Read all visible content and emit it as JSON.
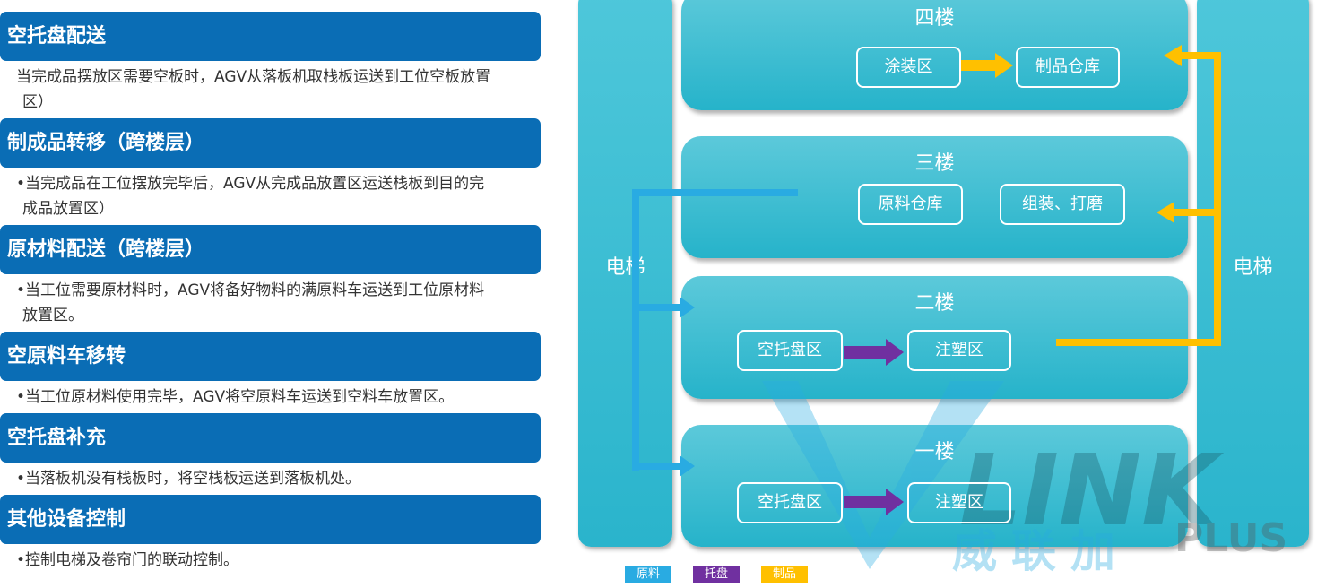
{
  "sections": [
    {
      "title": "空托盘配送",
      "desc": [
        "当完成品摆放区需要空板时，AGV从落板机取栈板运送到工位空板放置",
        "区）"
      ]
    },
    {
      "title": "制成品转移（跨楼层）",
      "desc": [
        "•当完成品在工位摆放完毕后，AGV从完成品放置区运送栈板到目的完",
        "成品放置区）"
      ]
    },
    {
      "title": "原材料配送（跨楼层）",
      "desc": [
        "•当工位需要原材料时，AGV将备好物料的满原料车运送到工位原材料",
        "放置区。"
      ]
    },
    {
      "title": "空原料车移转",
      "desc": [
        "•当工位原材料使用完毕，AGV将空原料车运送到空料车放置区。"
      ]
    },
    {
      "title": "空托盘补充",
      "desc": [
        "•当落板机没有栈板时，将空栈板运送到落板机处。"
      ]
    },
    {
      "title": "其他设备控制",
      "desc": [
        "•控制电梯及卷帘门的联动控制。"
      ]
    }
  ],
  "diagram": {
    "elevator_left": "电梯",
    "elevator_right": "电梯",
    "floors": [
      {
        "name": "四楼",
        "areas": [
          "涂装区",
          "制品仓库"
        ]
      },
      {
        "name": "三楼",
        "areas": [
          "原料仓库",
          "组装、打磨"
        ]
      },
      {
        "name": "二楼",
        "areas": [
          "空托盘区",
          "注塑区"
        ]
      },
      {
        "name": "一楼",
        "areas": [
          "空托盘区",
          "注塑区"
        ]
      }
    ],
    "legend": [
      {
        "label": "原料",
        "color": "#29abe2"
      },
      {
        "label": "托盘",
        "color": "#7030a0"
      },
      {
        "label": "制品",
        "color": "#ffc000"
      }
    ]
  },
  "logo": {
    "text": "LINK",
    "sub": "PLUS",
    "cn": "威联加"
  }
}
